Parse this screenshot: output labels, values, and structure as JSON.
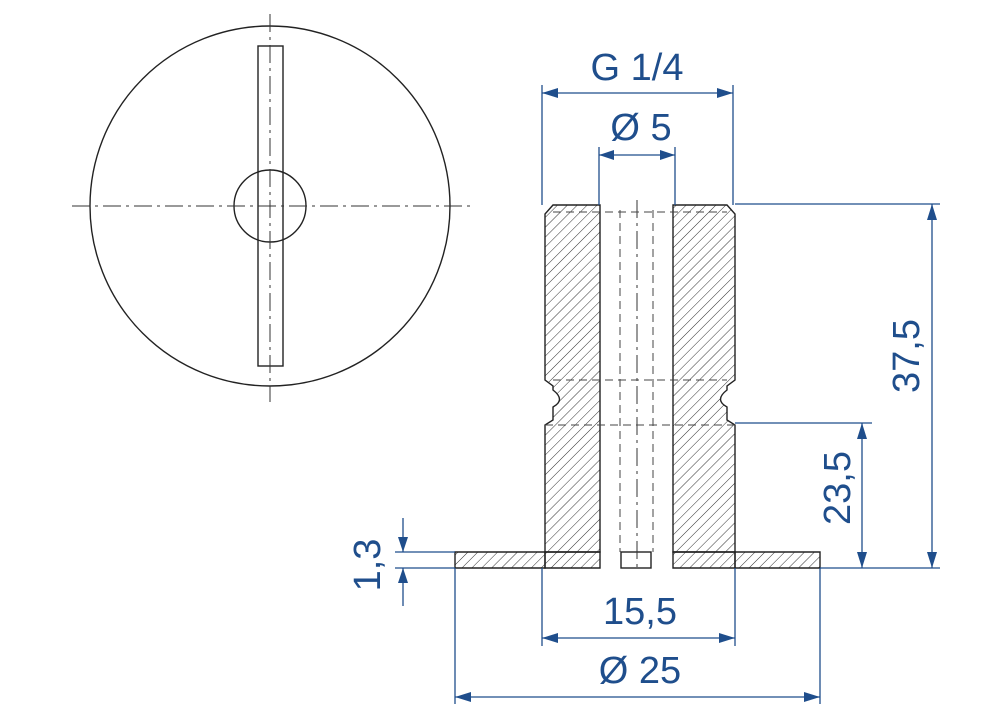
{
  "dimensions": {
    "thread": "G 1/4",
    "bore": "Ø 5",
    "total_height": "37,5",
    "lower_height": "23,5",
    "flange_thickness": "1,3",
    "body_diameter": "15,5",
    "flange_diameter": "Ø 25"
  },
  "colors": {
    "dimension": "#1f4e8c",
    "outline": "#222222"
  }
}
